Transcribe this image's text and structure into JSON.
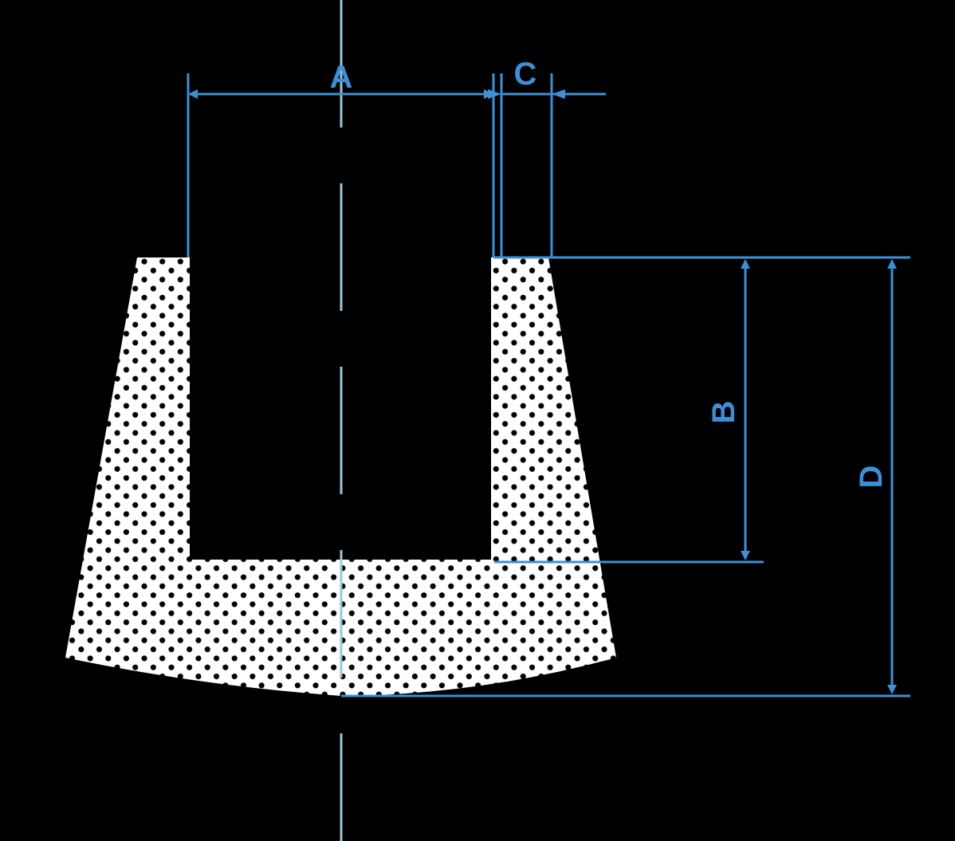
{
  "diagram": {
    "labels": {
      "a": "A",
      "b": "B",
      "c": "C",
      "d": "D"
    },
    "colors": {
      "background": "#000000",
      "dimension": "#3f8fd6",
      "centerline": "#9ec5de",
      "profile_fill": "#ffffff",
      "profile_dots": "#000000"
    }
  }
}
